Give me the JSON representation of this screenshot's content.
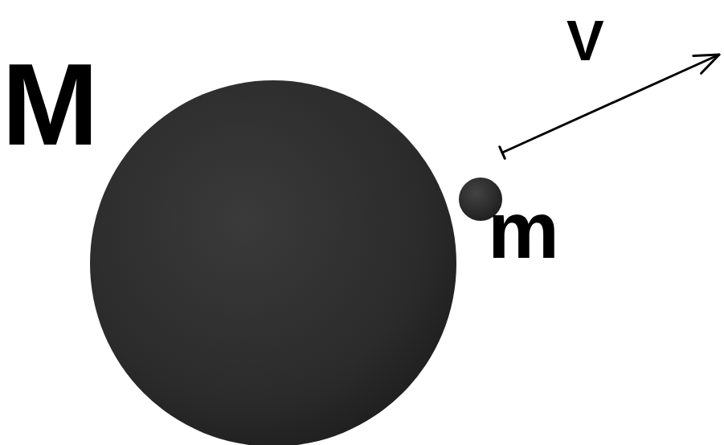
{
  "diagram": {
    "labels": [
      "M",
      "V",
      "m"
    ]
  }
}
